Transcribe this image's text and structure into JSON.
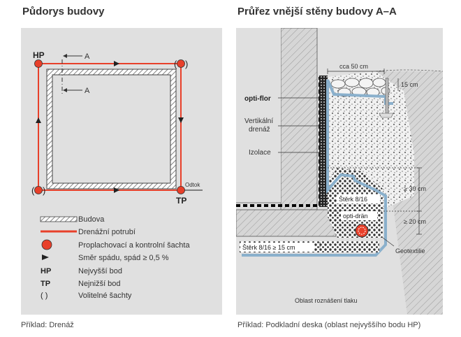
{
  "left": {
    "title": "Půdorys budovy",
    "caption": "Příklad: Drenáž",
    "plan": {
      "hp": "HP",
      "tp": "TP",
      "section_a": "A",
      "outlet": "Odtok",
      "optional_left": "(",
      "optional_right": ")"
    },
    "legend": {
      "building": "Budova",
      "pipe": "Drenážní potrubí",
      "shaft": "Proplachovací a kontrolní šachta",
      "slope": "Směr spádu, spád ≥ 0,5 %",
      "hp_key": "HP",
      "hp": "Nejvyšší bod",
      "tp_key": "TP",
      "tp": "Nejnižší bod",
      "opt_key": "( )",
      "opt": "Volitelné šachty"
    }
  },
  "right": {
    "title": "Průřez vnější stěny budovy A–A",
    "caption": "Příklad: Podkladní deska (oblast nejvyššího bodu HP)",
    "labels": {
      "opti_flor": "opti-flor",
      "vert1": "Vertikální",
      "vert2": "drenáž",
      "izolace": "Izolace",
      "cca50": "cca 50 cm",
      "cm15": "15 cm",
      "cm30": "≥ 30 cm",
      "cm20": "≥ 20 cm",
      "sterk_small": "Štěrk 8/16",
      "opti_dran": "opti-drän",
      "sterk_big": "Štěrk 8/16 ≥ 15 cm",
      "geotex": "Geotextilie",
      "oblast": "Oblast roznášení tlaku"
    }
  },
  "colors": {
    "pipe": "#e8402a",
    "panel": "#e0e0e0",
    "membrane": "#8ab0cc"
  }
}
